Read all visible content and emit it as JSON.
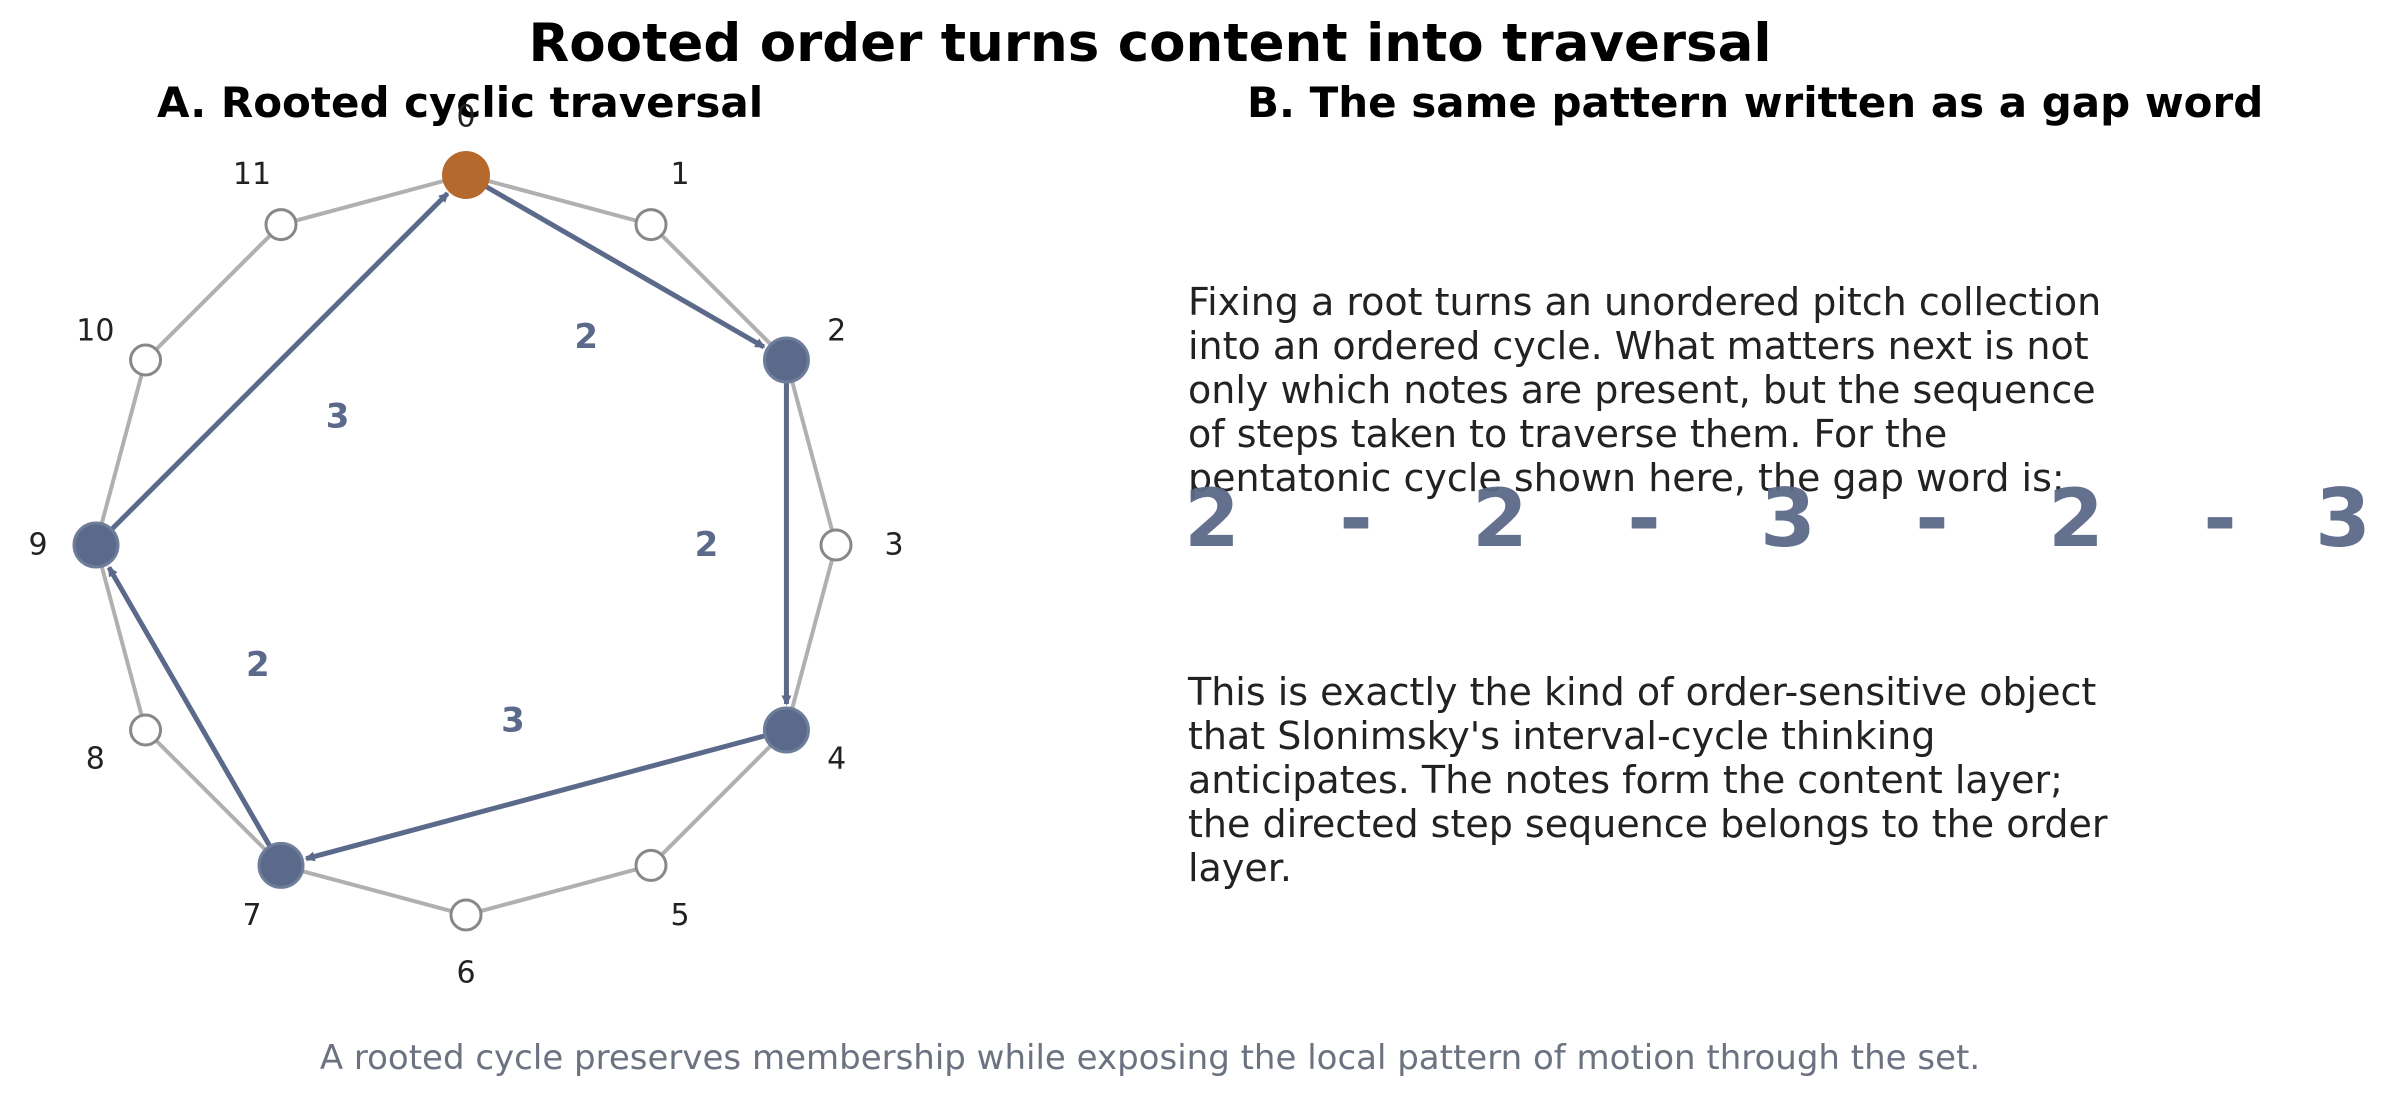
{
  "title": "Rooted order turns content into traversal",
  "panel_a": {
    "title": "A. Rooted cyclic traversal",
    "pitch_classes": [
      "0",
      "1",
      "2",
      "3",
      "4",
      "5",
      "6",
      "7",
      "8",
      "9",
      "10",
      "11"
    ],
    "root": 0,
    "selected": [
      0,
      2,
      4,
      7,
      9
    ],
    "path": [
      0,
      2,
      4,
      7,
      9,
      0
    ],
    "gap_labels": [
      "2",
      "2",
      "3",
      "2",
      "3"
    ],
    "colors": {
      "root": "#b5692d",
      "selected": "#5b6a8a",
      "ring": "#b0b0b0",
      "open_node_stroke": "#888888",
      "path": "#5b6a8a"
    }
  },
  "panel_b": {
    "title": "B. The same pattern written as a gap word",
    "paragraph_1": "Fixing a root turns an unordered pitch collection into an ordered cycle. What matters next is not only which notes are present, but the sequence of steps taken to traverse them. For the pentatonic cycle shown here, the gap word is:",
    "gap_word": [
      "2",
      "-",
      "2",
      "-",
      "3",
      "-",
      "2",
      "-",
      "3"
    ],
    "paragraph_2": "This is exactly the kind of order-sensitive object that Slonimsky's interval-cycle thinking anticipates. The notes form the content layer; the directed step sequence belongs to the order layer."
  },
  "caption": "A rooted cycle preserves membership while exposing the local pattern of motion through the set."
}
